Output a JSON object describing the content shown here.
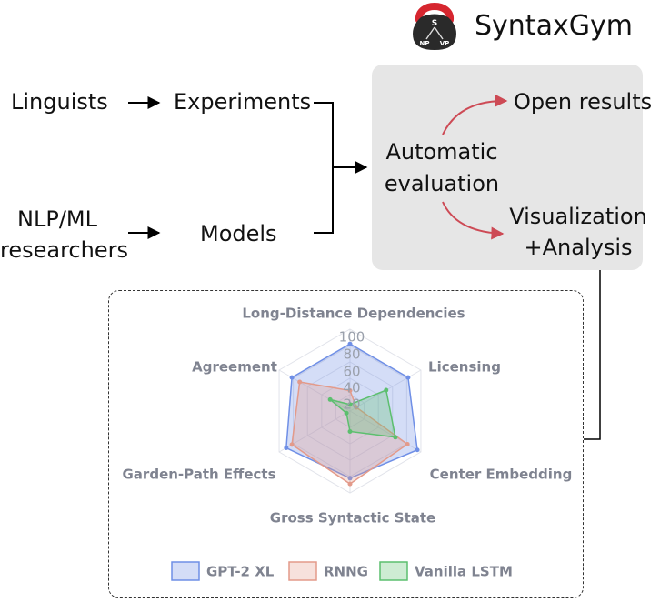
{
  "brand": {
    "title": "SyntaxGym",
    "logo_letters": {
      "top": "S",
      "left": "NP",
      "right": "VP"
    }
  },
  "flow": {
    "linguists": "Linguists",
    "experiments": "Experiments",
    "nlp_line1": "NLP/ML",
    "nlp_line2": "researchers",
    "models": "Models",
    "auto_line1": "Automatic",
    "auto_line2": "evaluation",
    "open_results": "Open results",
    "vis_line1": "Visualization",
    "vis_line2": "+Analysis"
  },
  "colors": {
    "arrow_red": "#cd4a55",
    "panel_gray": "#e6e6e6",
    "logo_red": "#d6262f"
  },
  "chart_data": {
    "type": "radar",
    "axes": [
      "Long-Distance Dependencies",
      "Licensing",
      "Center Embedding",
      "Gross Syntactic State",
      "Garden-Path Effects",
      "Agreement"
    ],
    "ticks": [
      "20",
      "40",
      "60",
      "80",
      "100"
    ],
    "range": [
      0,
      100
    ],
    "series": [
      {
        "name": "GPT-2 XL",
        "values": [
          82,
          82,
          95,
          82,
          90,
          82
        ],
        "color": "#6f8fe6"
      },
      {
        "name": "RNNG",
        "values": [
          25,
          9,
          81,
          89,
          82,
          71
        ],
        "color": "#e39a8a"
      },
      {
        "name": "Vanilla LSTM",
        "values": [
          8,
          51,
          64,
          25,
          5,
          28
        ],
        "color": "#5cbf6e"
      }
    ],
    "legend_position": "bottom"
  }
}
